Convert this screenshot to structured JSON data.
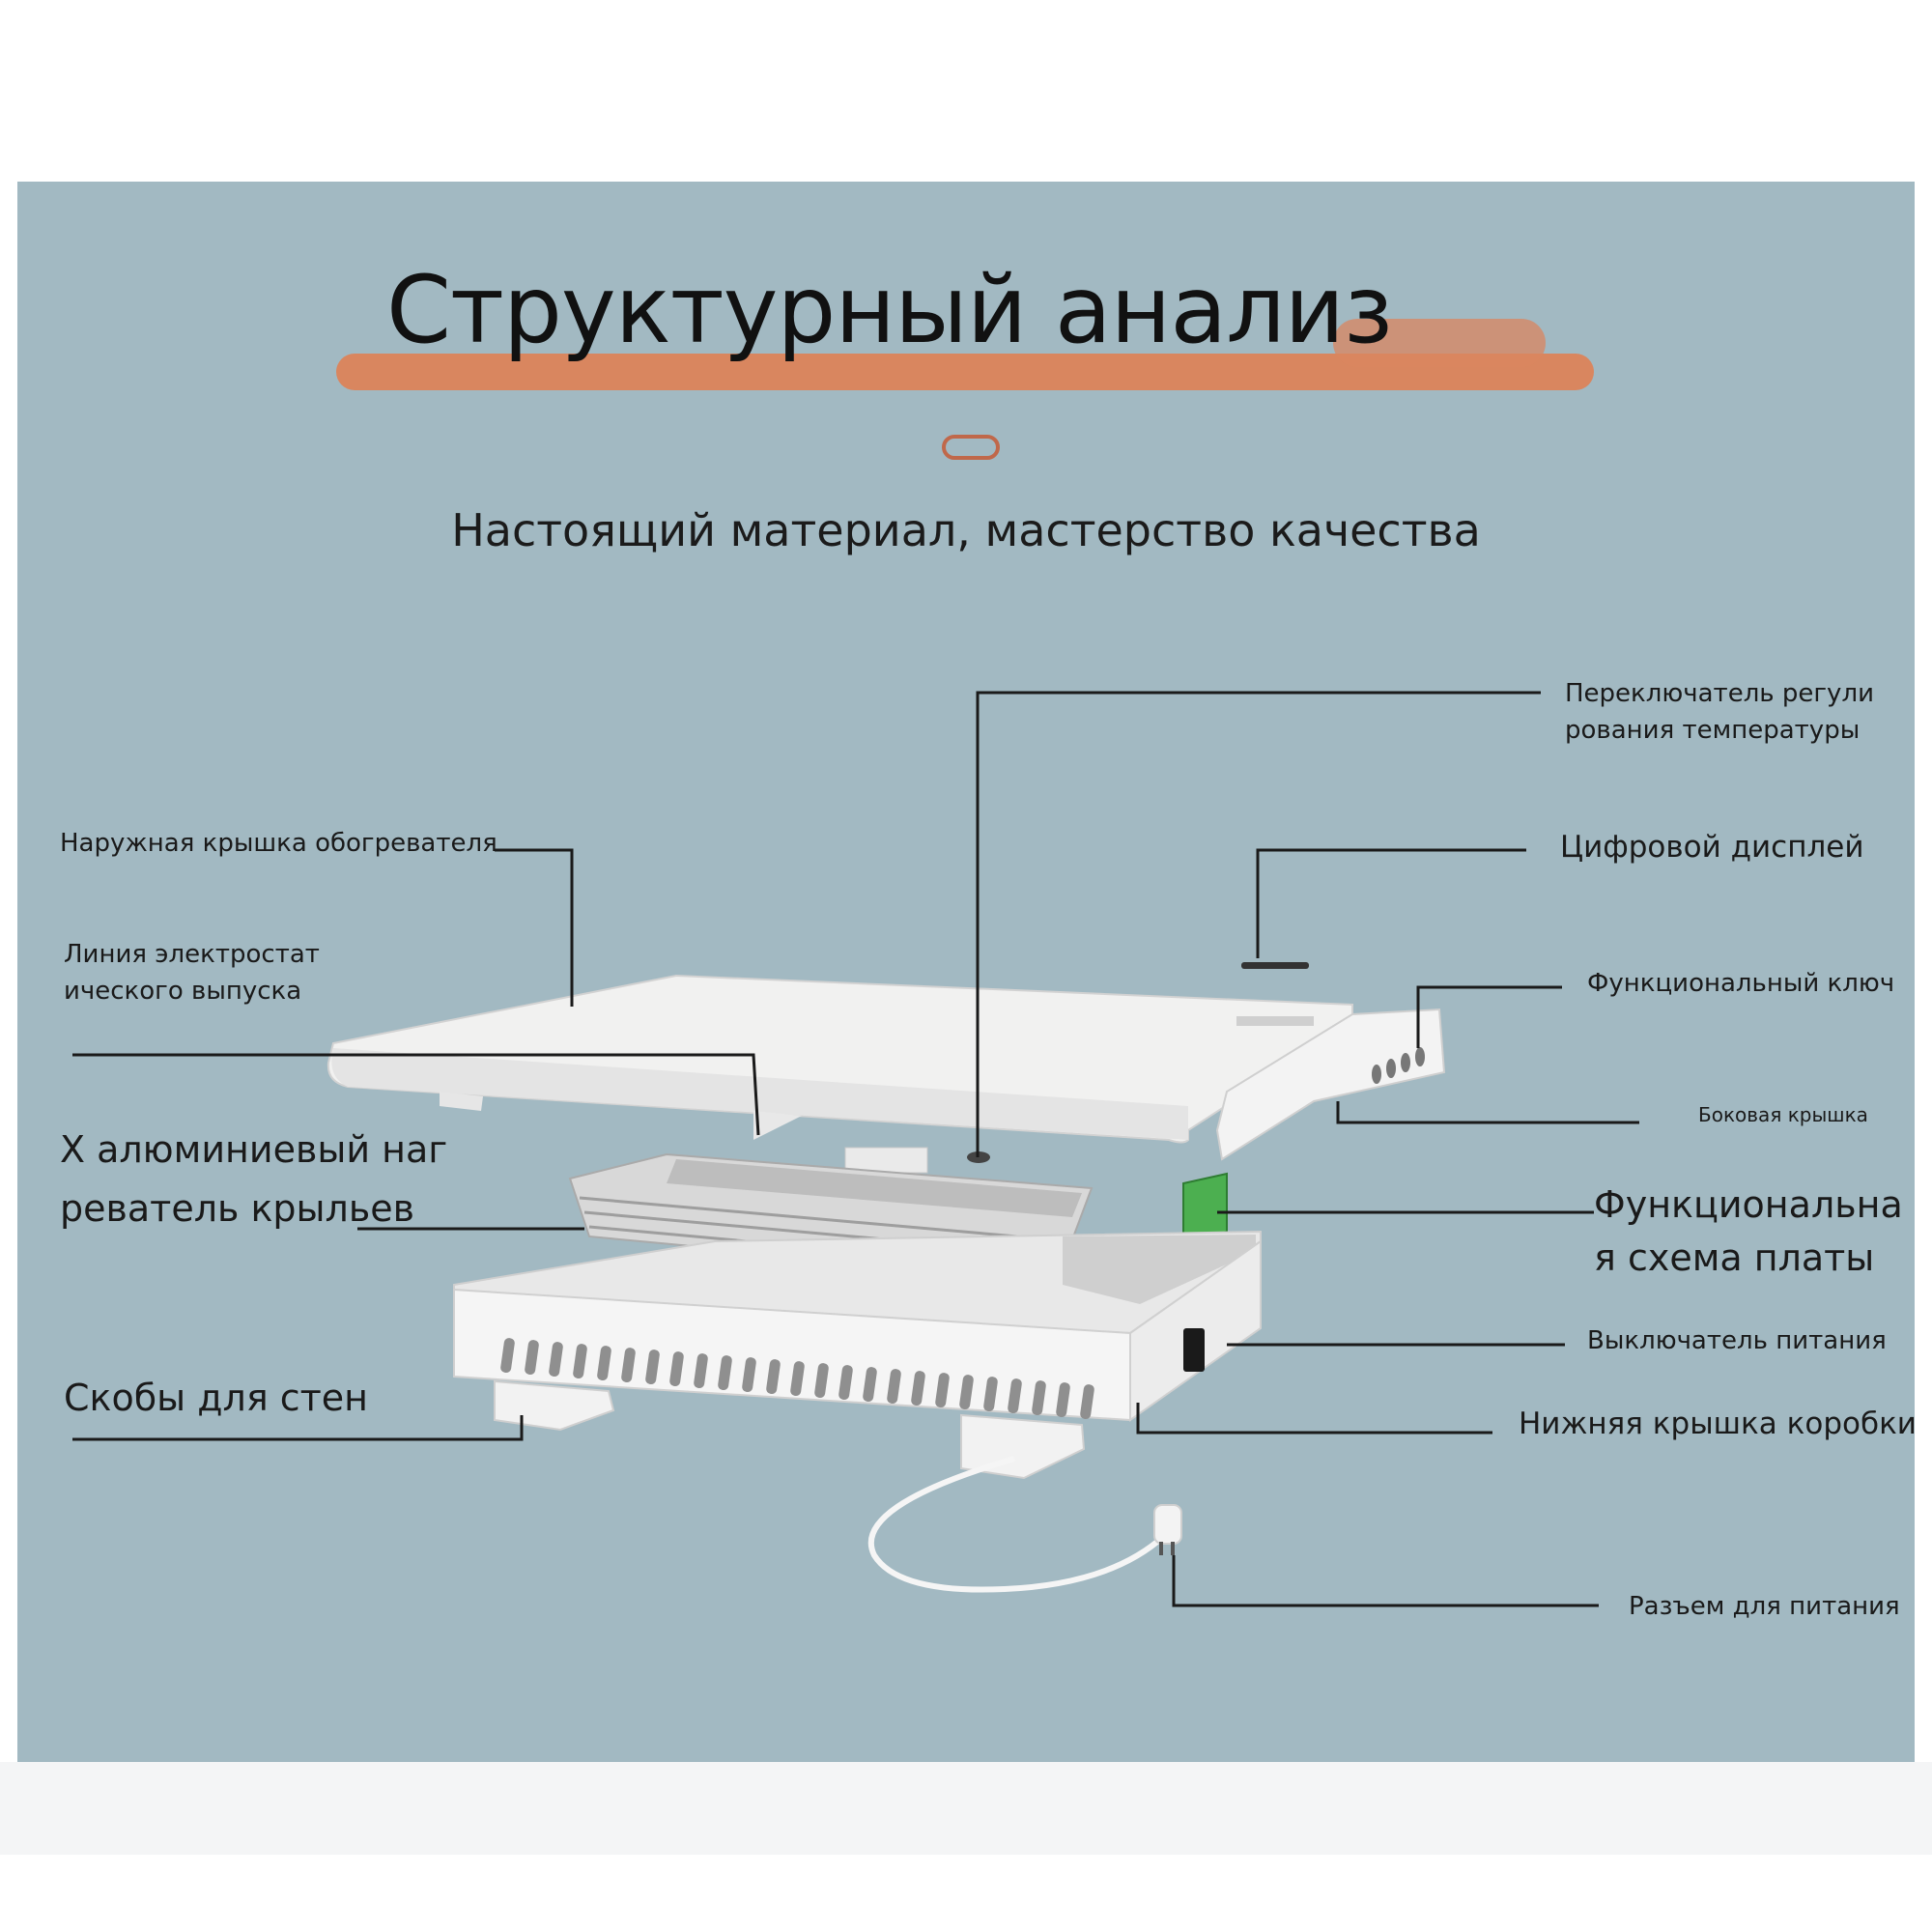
{
  "title": "Структурный анализ",
  "subtitle": "Настоящий материал, мастерство качества",
  "labels": {
    "temp_switch": "Переключатель регули\nрования температуры",
    "outer_cover": "Наружная крышка обогревателя",
    "digital_display": "Цифровой дисплей",
    "electrostatic_line": "Линия электростат\nического выпуска",
    "function_key": "Функциональный ключ",
    "side_cover": "Боковая крышка",
    "aluminum_heater": "X алюминиевый наг\nреватель крыльев",
    "function_board": "Функциональна\nя схема платы",
    "power_switch": "Выключатель питания",
    "wall_brackets": "Скобы для стен",
    "bottom_box_cover": "Нижняя крышка коробки",
    "power_plug": "Разъем для питания"
  },
  "colors": {
    "panel": "#a2b9c2",
    "accent": "#d9865f",
    "leader": "#1a1a1a",
    "board": "#4caf50"
  }
}
